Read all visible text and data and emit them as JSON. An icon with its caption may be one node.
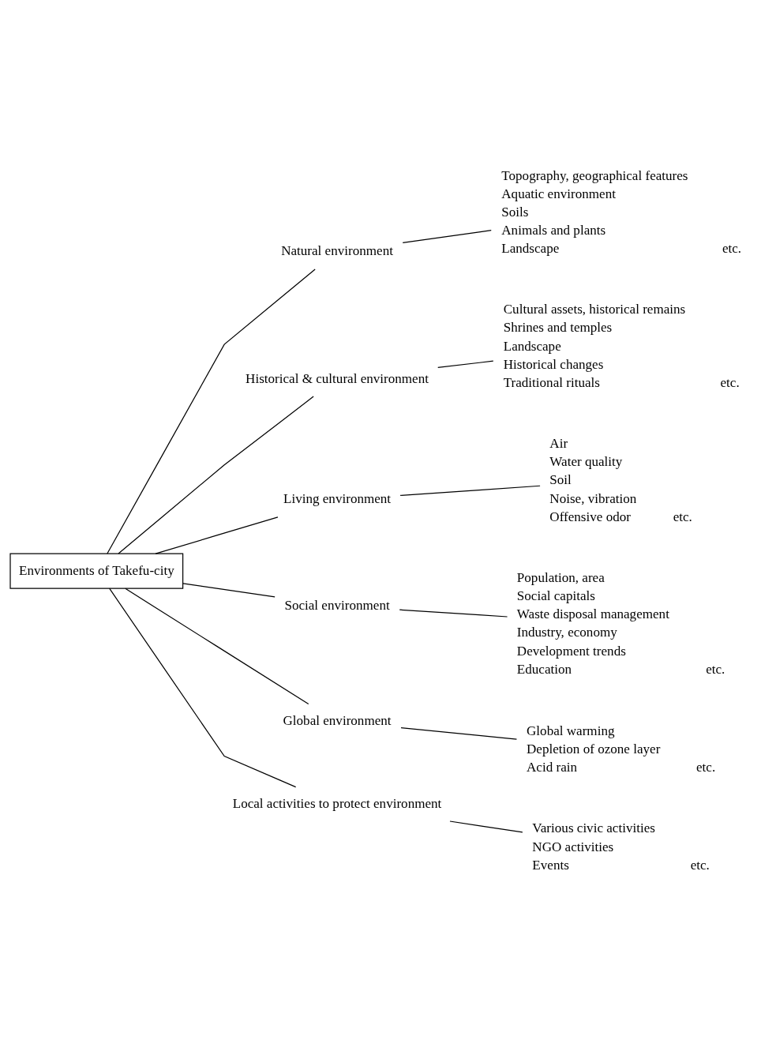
{
  "diagram": {
    "nodes": [
      {
        "text": [
          "Environments of Takefu-city"
        ]
      },
      {
        "text": [
          "Natural environment"
        ]
      },
      {
        "text": [
          "Topography, geographical features",
          "Aquatic environment",
          "Soils",
          "Animals and plants",
          "Landscape"
        ],
        "beside": [
          "etc."
        ]
      },
      {
        "text": [
          "Historical & cultural environment"
        ]
      },
      {
        "text": [
          "Cultural assets, historical remains",
          "Shrines and temples",
          "Landscape",
          "Historical changes",
          "Traditional rituals"
        ],
        "beside": [
          "etc."
        ]
      },
      {
        "text": [
          "Living environment"
        ]
      },
      {
        "text": [
          "Air",
          "Water quality",
          "Soil",
          "Noise, vibration",
          "Offensive odor"
        ],
        "beside": [
          "etc."
        ]
      },
      {
        "text": [
          "Social environment"
        ]
      },
      {
        "text": [
          "Population, area",
          "Social capitals",
          "Waste disposal management",
          "Industry, economy",
          "Development trends",
          "Education"
        ],
        "beside": [
          "etc."
        ]
      },
      {
        "text": [
          "Global environment"
        ]
      },
      {
        "text": [
          "Global warming",
          "Depletion of ozone layer",
          "Acid rain"
        ],
        "beside": [
          "etc."
        ]
      },
      {
        "text": [
          "Local activities to protect environment"
        ]
      },
      {
        "text": [
          "Various civic activities",
          "NGO activities",
          "Events"
        ],
        "beside": [
          "etc."
        ]
      }
    ],
    "edges": [
      {
        "from": 0,
        "to": 1,
        "arrow": "none"
      },
      {
        "from": 0,
        "to": 3,
        "arrow": "none"
      },
      {
        "from": 0,
        "to": 5,
        "arrow": "none"
      },
      {
        "from": 0,
        "to": 7,
        "arrow": "none"
      },
      {
        "from": 0,
        "to": 9,
        "arrow": "none"
      },
      {
        "from": 0,
        "to": 11,
        "arrow": "none"
      },
      {
        "from": 1,
        "to": 2,
        "arrow": "none"
      },
      {
        "from": 3,
        "to": 4,
        "arrow": "none"
      },
      {
        "from": 5,
        "to": 6,
        "arrow": "none"
      },
      {
        "from": 7,
        "to": 8,
        "arrow": "none"
      },
      {
        "from": 9,
        "to": 10,
        "arrow": "none"
      },
      {
        "from": 11,
        "to": 12,
        "arrow": "none"
      }
    ]
  }
}
